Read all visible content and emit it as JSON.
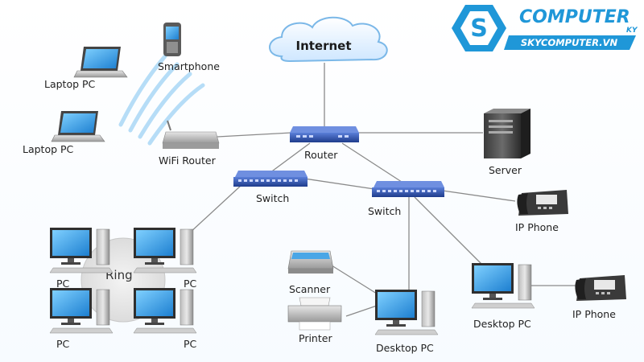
{
  "brand": {
    "name": "COMPUTER",
    "suffix": "KY",
    "website": "SKYCOMPUTER.VN",
    "logo_letter": "S",
    "accent_color": "#1f97d8"
  },
  "cloud_label": "Internet",
  "ring_label": "Ring",
  "labels": {
    "laptop_1": "Laptop PC",
    "laptop_2": "Laptop PC",
    "smartphone": "Smartphone",
    "wifi_router": "WiFi Router",
    "router": "Router",
    "server": "Server",
    "switch_left": "Switch",
    "switch_right": "Switch",
    "ip_phone_1": "IP Phone",
    "ip_phone_2": "IP Phone",
    "pc_1": "PC",
    "pc_2": "PC",
    "pc_3": "PC",
    "pc_4": "PC",
    "scanner": "Scanner",
    "printer": "Printer",
    "desktop_pc_1": "Desktop PC",
    "desktop_pc_2": "Desktop PC"
  }
}
